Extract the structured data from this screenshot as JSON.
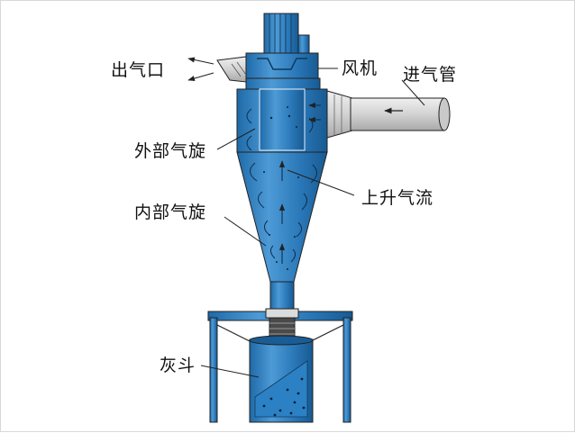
{
  "labels": {
    "outlet": "出气口",
    "fan": "风机",
    "inlet_pipe": "进气管",
    "outer_vortex": "外部气旋",
    "rising_flow": "上升气流",
    "inner_vortex": "内部气旋",
    "ash_hopper": "灰斗"
  },
  "colors": {
    "body_blue": "#2a78b8",
    "body_blue_light": "#4d9ad6",
    "body_blue_dark": "#185a92",
    "pipe_gray": "#d6d6d6",
    "outline": "#222222"
  }
}
